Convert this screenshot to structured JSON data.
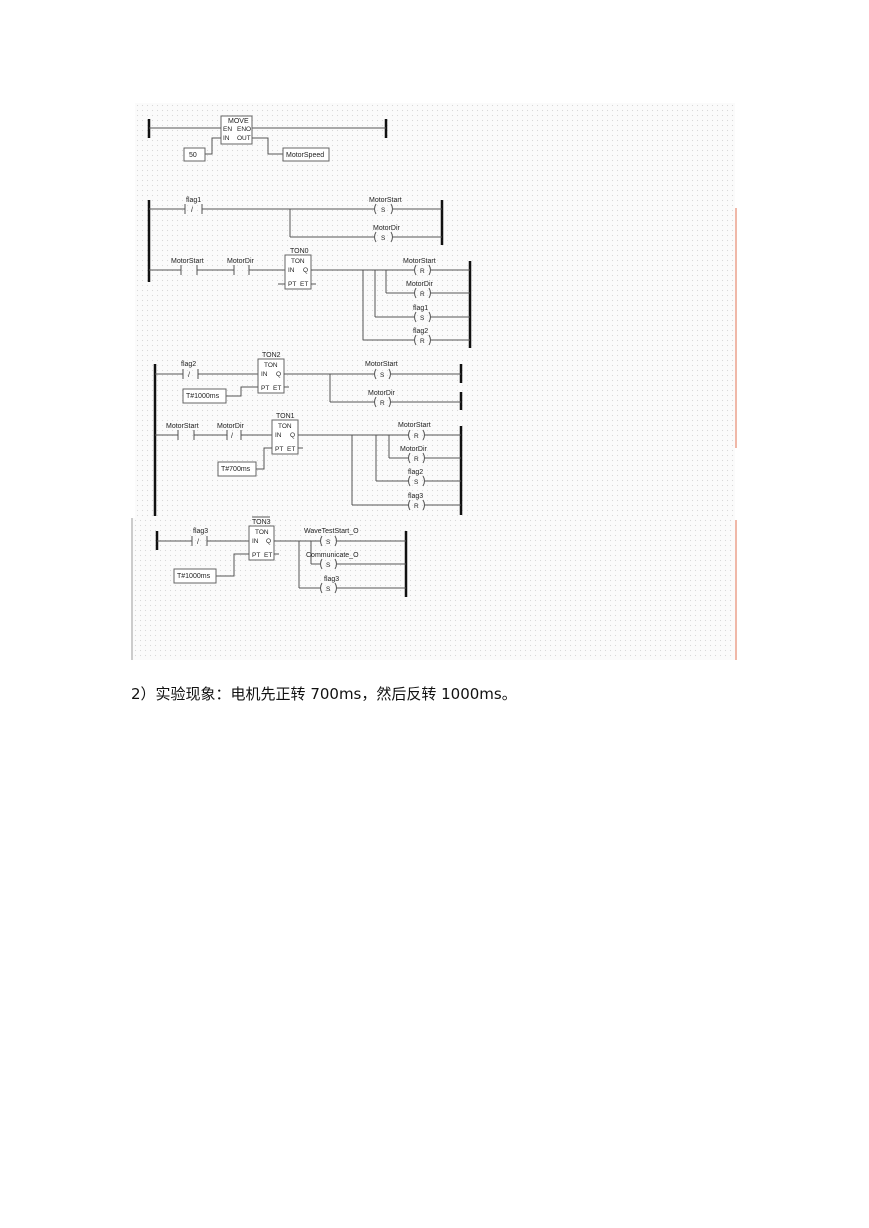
{
  "move_block": {
    "title": "MOVE",
    "pin_en": "EN",
    "pin_eno": "ENO",
    "pin_in": "IN",
    "pin_out": "OUT",
    "in_value": "50",
    "out_value": "MotorSpeed"
  },
  "rung2": {
    "contact": "flag1",
    "contact_symbol": "/",
    "coil1_name": "MotorStart",
    "coil1_type": "S",
    "coil2_name": "MotorDir",
    "coil2_type": "S"
  },
  "rung3": {
    "contact1": "MotorStart",
    "contact2": "MotorDir",
    "timer_name": "TON0",
    "timer_type": "TON",
    "pin_in": "IN",
    "pin_q": "Q",
    "pin_pt": "PT",
    "pin_et": "ET",
    "coils": [
      {
        "name": "MotorStart",
        "type": "R"
      },
      {
        "name": "MotorDir",
        "type": "R"
      },
      {
        "name": "flag1",
        "type": "S"
      },
      {
        "name": "flag2",
        "type": "R"
      }
    ]
  },
  "rung4": {
    "contact": "flag2",
    "contact_symbol": "/",
    "timer_name": "TON2",
    "timer_type": "TON",
    "pin_in": "IN",
    "pin_q": "Q",
    "pin_pt": "PT",
    "pin_et": "ET",
    "pt_value": "T#1000ms",
    "coils": [
      {
        "name": "MotorStart",
        "type": "S"
      },
      {
        "name": "MotorDir",
        "type": "R"
      }
    ]
  },
  "rung5": {
    "contact1": "MotorStart",
    "contact2": "MotorDir",
    "contact2_symbol": "/",
    "timer_name": "TON1",
    "timer_type": "TON",
    "pin_in": "IN",
    "pin_q": "Q",
    "pin_pt": "PT",
    "pin_et": "ET",
    "pt_value": "T#700ms",
    "coils": [
      {
        "name": "MotorStart",
        "type": "R"
      },
      {
        "name": "MotorDir",
        "type": "R"
      },
      {
        "name": "flag2",
        "type": "S"
      },
      {
        "name": "flag3",
        "type": "R"
      }
    ]
  },
  "rung6": {
    "contact": "flag3",
    "contact_symbol": "/",
    "timer_name": "TON3",
    "timer_type": "TON",
    "pin_in": "IN",
    "pin_q": "Q",
    "pin_pt": "PT",
    "pin_et": "ET",
    "pt_value": "T#1000ms",
    "coils": [
      {
        "name": "WaveTestStart_O",
        "type": "S"
      },
      {
        "name": "Communicate_O",
        "type": "S"
      },
      {
        "name": "flag3",
        "type": "S"
      }
    ]
  },
  "caption": "2）实验现象：电机先正转 700ms，然后反转 1000ms。",
  "colors": {
    "wire": "#555555",
    "rail": "#111111",
    "border_accent": "#e07050"
  }
}
